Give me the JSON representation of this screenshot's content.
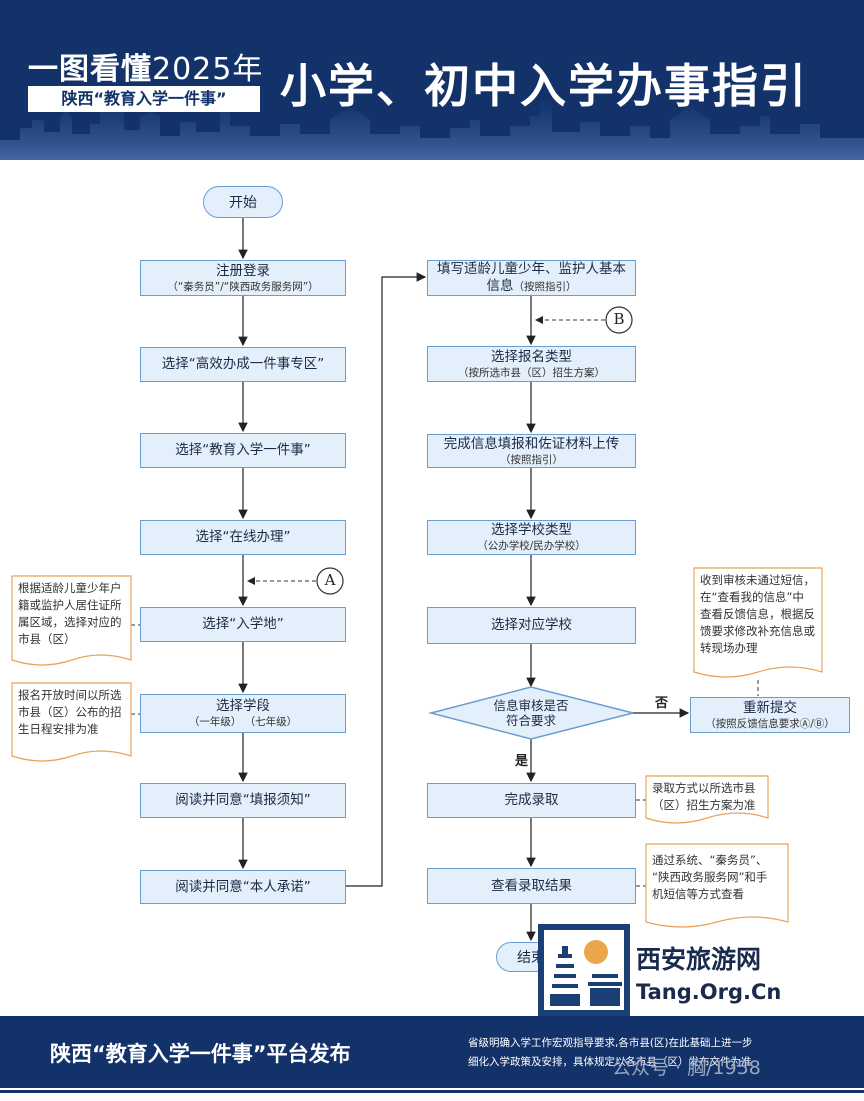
{
  "header": {
    "lead": "一图看懂",
    "year": "2025年",
    "tag": "陕西“教育入学一件事”",
    "title": "小学、初中入学办事指引"
  },
  "flow_left": {
    "start": "开始",
    "register": "注册登录",
    "register_sub": "（“秦务员”/“陕西政务服务网”）",
    "zone": "选择“高效办成一件事专区”",
    "matter": "选择“教育入学一件事”",
    "online": "选择“在线办理”",
    "place": "选择“入学地”",
    "stage": "选择学段",
    "stage_sub": "（一年级）  （七年级）",
    "notice": "阅读并同意“填报须知”",
    "pledge": "阅读并同意“本人承诺”"
  },
  "flow_right": {
    "fill": "填写适龄儿童少年、监护人基本",
    "fill_line2": "信息",
    "fill_sub": "（按照指引）",
    "type": "选择报名类型",
    "type_sub": "（按所选市县（区）招生方案）",
    "upload": "完成信息填报和佐证材料上传",
    "upload_sub": "（按照指引）",
    "school_type": "选择学校类型",
    "school_type_sub": "（公办学校/民办学校）",
    "school": "选择对应学校",
    "review_l1": "信息审核是否",
    "review_l2": "符合要求",
    "resubmit": "重新提交",
    "resubmit_sub": "（按照反馈信息要求Ⓐ/Ⓑ）",
    "admit": "完成录取",
    "result": "查看录取结果",
    "end": "结束"
  },
  "connectors": {
    "a": "A",
    "b": "B",
    "no": "否",
    "yes": "是"
  },
  "notes": {
    "place_l1": "根据适龄儿童少年户",
    "place_l2": "籍或监护人居住证所",
    "place_l3": "属区域，选择对应的",
    "place_l4": "市县（区）",
    "stage_l1": "报名开放时间以所选",
    "stage_l2": "市县（区）公布的招",
    "stage_l3": "生日程安排为准",
    "sms_l1": "收到审核未通过短信，",
    "sms_l2": "在“查看我的信息”中",
    "sms_l3": "查看反馈信息，根据反",
    "sms_l4": "馈要求修改补充信息或",
    "sms_l5": "转现场办理",
    "admit_l1": "录取方式以所选市县",
    "admit_l2": "（区）招生方案为准",
    "result_l1": "通过系统、“秦务员”、",
    "result_l2": "“陕西政务服务网”和手",
    "result_l3": "机短信等方式查看"
  },
  "footer": {
    "left": "陕西“教育入学一件事”平台发布",
    "note_l1": "省级明确入学工作宏观指导要求,各市县(区)在此基础上进一步",
    "note_l2": "细化入学政策及安排，具体规定以各市县（区）发布文件为准",
    "watermark": "公众号 · 胸/1958"
  },
  "logo": {
    "name": "西安旅游网",
    "domain": "Tang.Org.Cn"
  },
  "colors": {
    "navy": "#13326a",
    "box_fill": "#e3effa",
    "box_border": "#6a9ed2",
    "note_border": "#e8a35a",
    "logo_sun": "#e9a64a"
  }
}
